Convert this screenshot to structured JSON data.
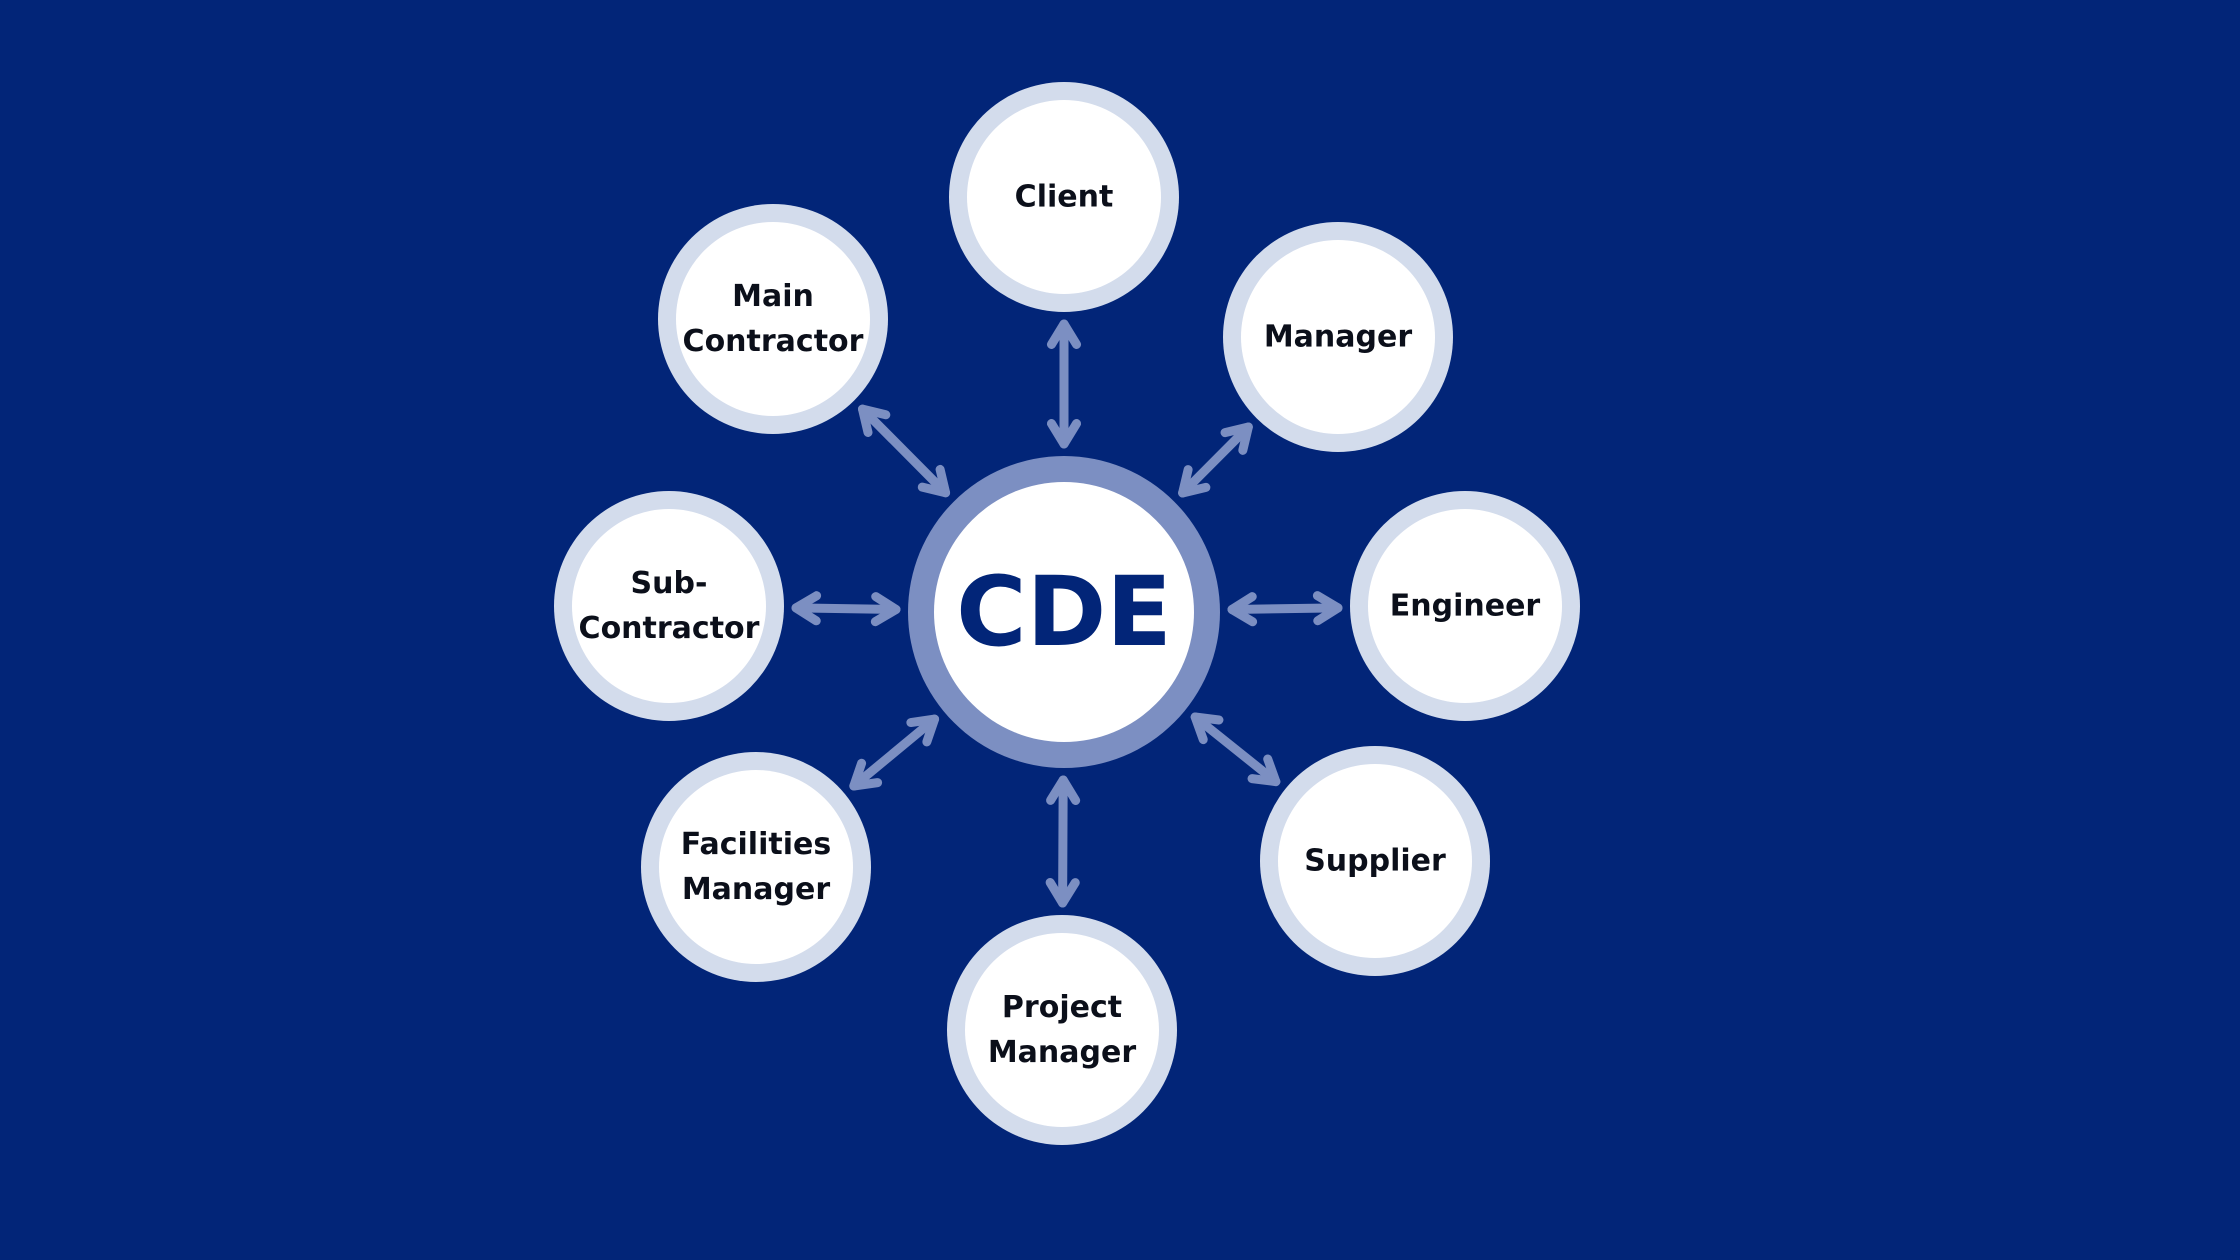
{
  "colors": {
    "background": "#022578",
    "node_fill": "#ffffff",
    "node_ring": "#d3dcec",
    "hub_ring": "#7c8fc2",
    "connector": "#7c8fc2",
    "label_text": "#0b0f1a",
    "hub_text": "#022578"
  },
  "hub": {
    "label": "CDE"
  },
  "nodes": [
    {
      "id": "client",
      "lines": [
        "Client"
      ]
    },
    {
      "id": "manager",
      "lines": [
        "Manager"
      ]
    },
    {
      "id": "engineer",
      "lines": [
        "Engineer"
      ]
    },
    {
      "id": "supplier",
      "lines": [
        "Supplier"
      ]
    },
    {
      "id": "project-manager",
      "lines": [
        "Project",
        "Manager"
      ]
    },
    {
      "id": "facilities-manager",
      "lines": [
        "Facilities",
        "Manager"
      ]
    },
    {
      "id": "sub-contractor",
      "lines": [
        "Sub-",
        "Contractor"
      ]
    },
    {
      "id": "main-contractor",
      "lines": [
        "Main",
        "Contractor"
      ]
    }
  ],
  "connector_style": "double-headed-arrow"
}
